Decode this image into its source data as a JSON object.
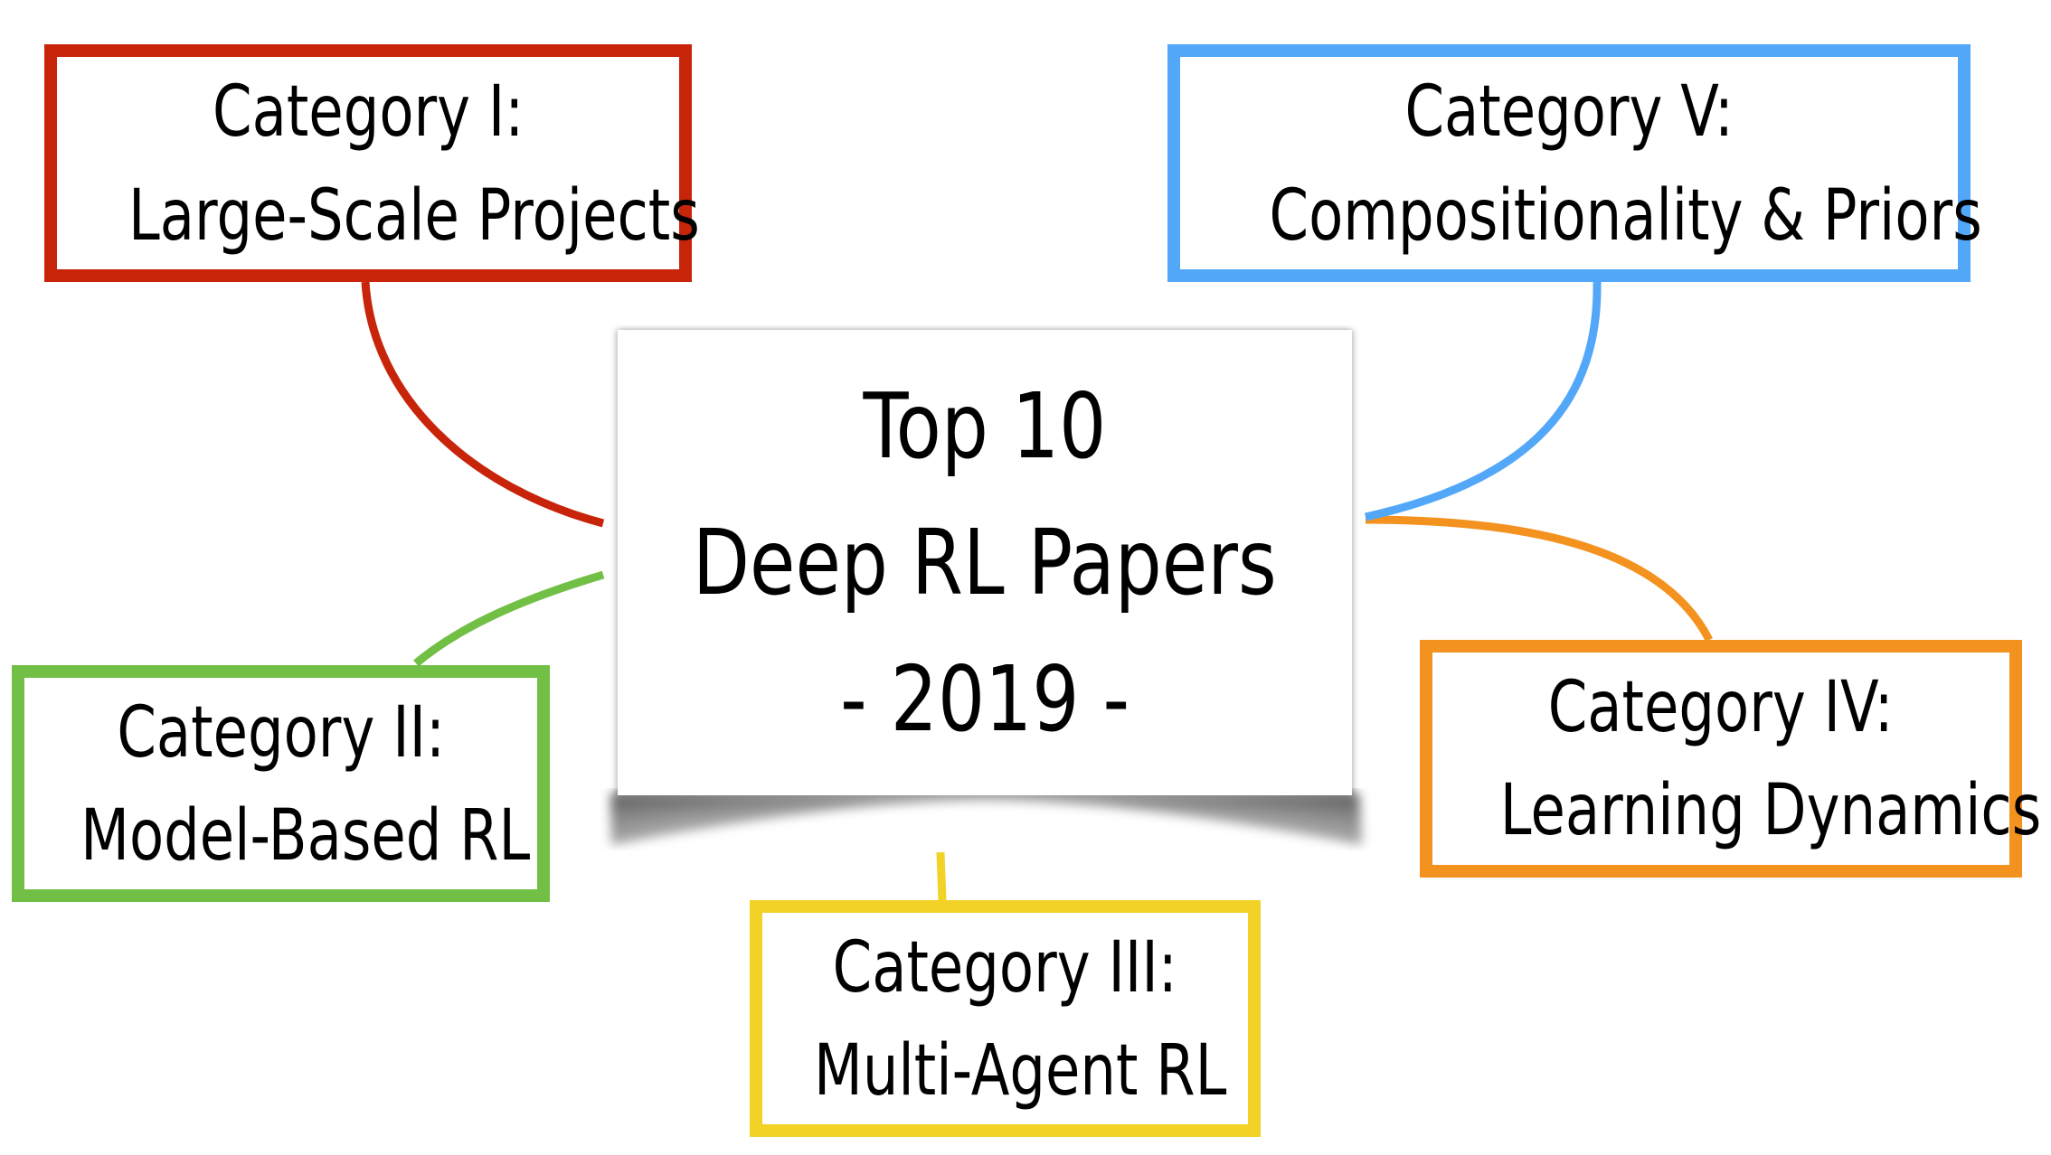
{
  "center": {
    "lines": [
      "Top 10",
      "Deep RL Papers",
      "- 2019 -"
    ]
  },
  "categories": [
    {
      "id": "I",
      "title": "Category I:",
      "subtitle": "Large-Scale Projects",
      "color": "#C8240A"
    },
    {
      "id": "II",
      "title": "Category II:",
      "subtitle": "Model-Based RL",
      "color": "#71BF44"
    },
    {
      "id": "III",
      "title": "Category III:",
      "subtitle": "Multi-Agent RL",
      "color": "#F3D228"
    },
    {
      "id": "IV",
      "title": "Category IV:",
      "subtitle": "Learning Dynamics",
      "color": "#F3921F"
    },
    {
      "id": "V",
      "title": "Category V:",
      "subtitle": "Compositionality & Priors",
      "color": "#52A7F8"
    }
  ]
}
